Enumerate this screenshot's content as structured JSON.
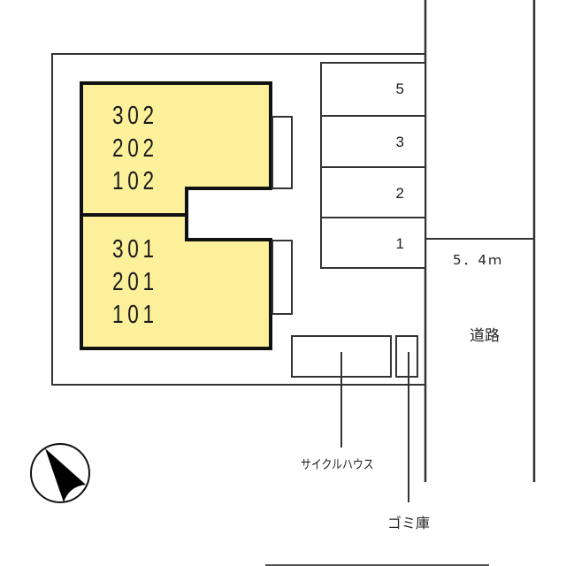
{
  "site_plan": {
    "building": {
      "fill_color": "#FCF09B",
      "upper_units": [
        "302",
        "202",
        "102"
      ],
      "lower_units": [
        "301",
        "201",
        "101"
      ]
    },
    "parking": {
      "spaces": [
        "5",
        "3",
        "2",
        "1"
      ]
    },
    "road": {
      "width_label": "5．4ｍ",
      "name": "道路"
    },
    "facilities": {
      "cycle_house": "サイクルハウス",
      "garbage": "ゴミ庫"
    },
    "compass": {
      "icon": "north-arrow-icon"
    }
  }
}
